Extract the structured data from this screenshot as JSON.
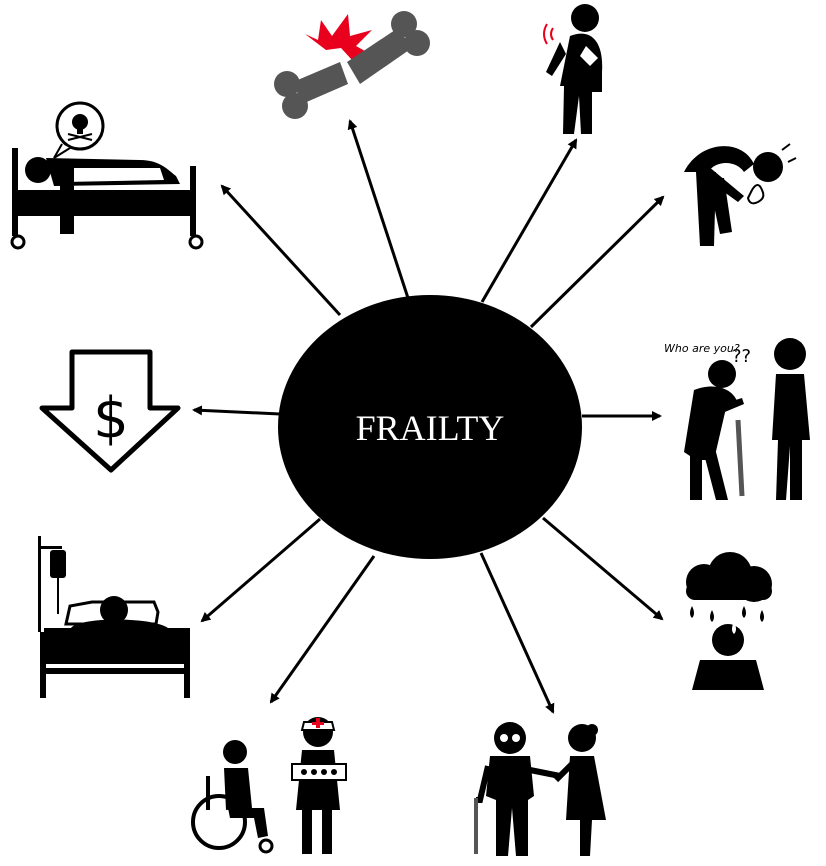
{
  "center": {
    "label": "FRAILTY"
  },
  "outcomes": [
    {
      "id": "bone-fracture",
      "icon": "broken-bone-icon"
    },
    {
      "id": "chest-pain",
      "icon": "chest-pain-person-icon"
    },
    {
      "id": "falling-person",
      "icon": "fall-person-icon"
    },
    {
      "id": "confusion",
      "icon": "confused-elder-icon",
      "speech": "Who are you?",
      "marks": "??"
    },
    {
      "id": "depression",
      "icon": "rain-cloud-head-icon"
    },
    {
      "id": "elder-assistance",
      "icon": "elder-with-caregiver-icon"
    },
    {
      "id": "wheelchair-nurse",
      "icon": "wheelchair-nurse-icon"
    },
    {
      "id": "hospitalization",
      "icon": "hospital-bed-iv-icon"
    },
    {
      "id": "financial-loss",
      "icon": "dollar-down-arrow-icon",
      "symbol": "$"
    },
    {
      "id": "death",
      "icon": "skull-bed-icon"
    }
  ],
  "colors": {
    "primary": "#000000",
    "bone": "#555555",
    "accent": "#e8001c",
    "background": "#ffffff"
  }
}
